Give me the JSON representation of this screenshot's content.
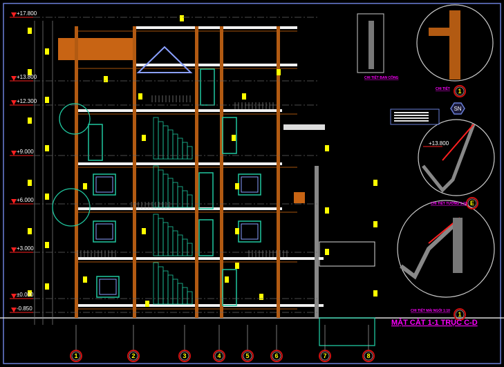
{
  "drawing": {
    "title": "MẶT CẮT 1-1 TRỤC C-D",
    "detail_captions": [
      "CHI TIẾT BAN CÔNG",
      "CHI TIẾT",
      "CHI TIẾT TƯỜNG 1:10",
      "CHI TIẾT MÁI NGÓI 1:10"
    ],
    "section_tag": "SN",
    "levels": [
      "+17.800",
      "+13.800",
      "+12.300",
      "+9.000",
      "+6.000",
      "+3.000",
      "±0.000",
      "-0.850"
    ],
    "detail_level": "+13.800",
    "grid_axes": [
      "1",
      "2",
      "3",
      "4",
      "5",
      "6",
      "7",
      "8"
    ],
    "detail_markers": [
      "1",
      "E",
      "1"
    ]
  },
  "colors": {
    "background": "#000000",
    "frame": "#6a7fd8",
    "level_marker": "#ff0000",
    "title": "#ff00ff",
    "dimension_text": "#ffff00",
    "wall": "#c86414",
    "detail_circle": "#20c8a0"
  }
}
